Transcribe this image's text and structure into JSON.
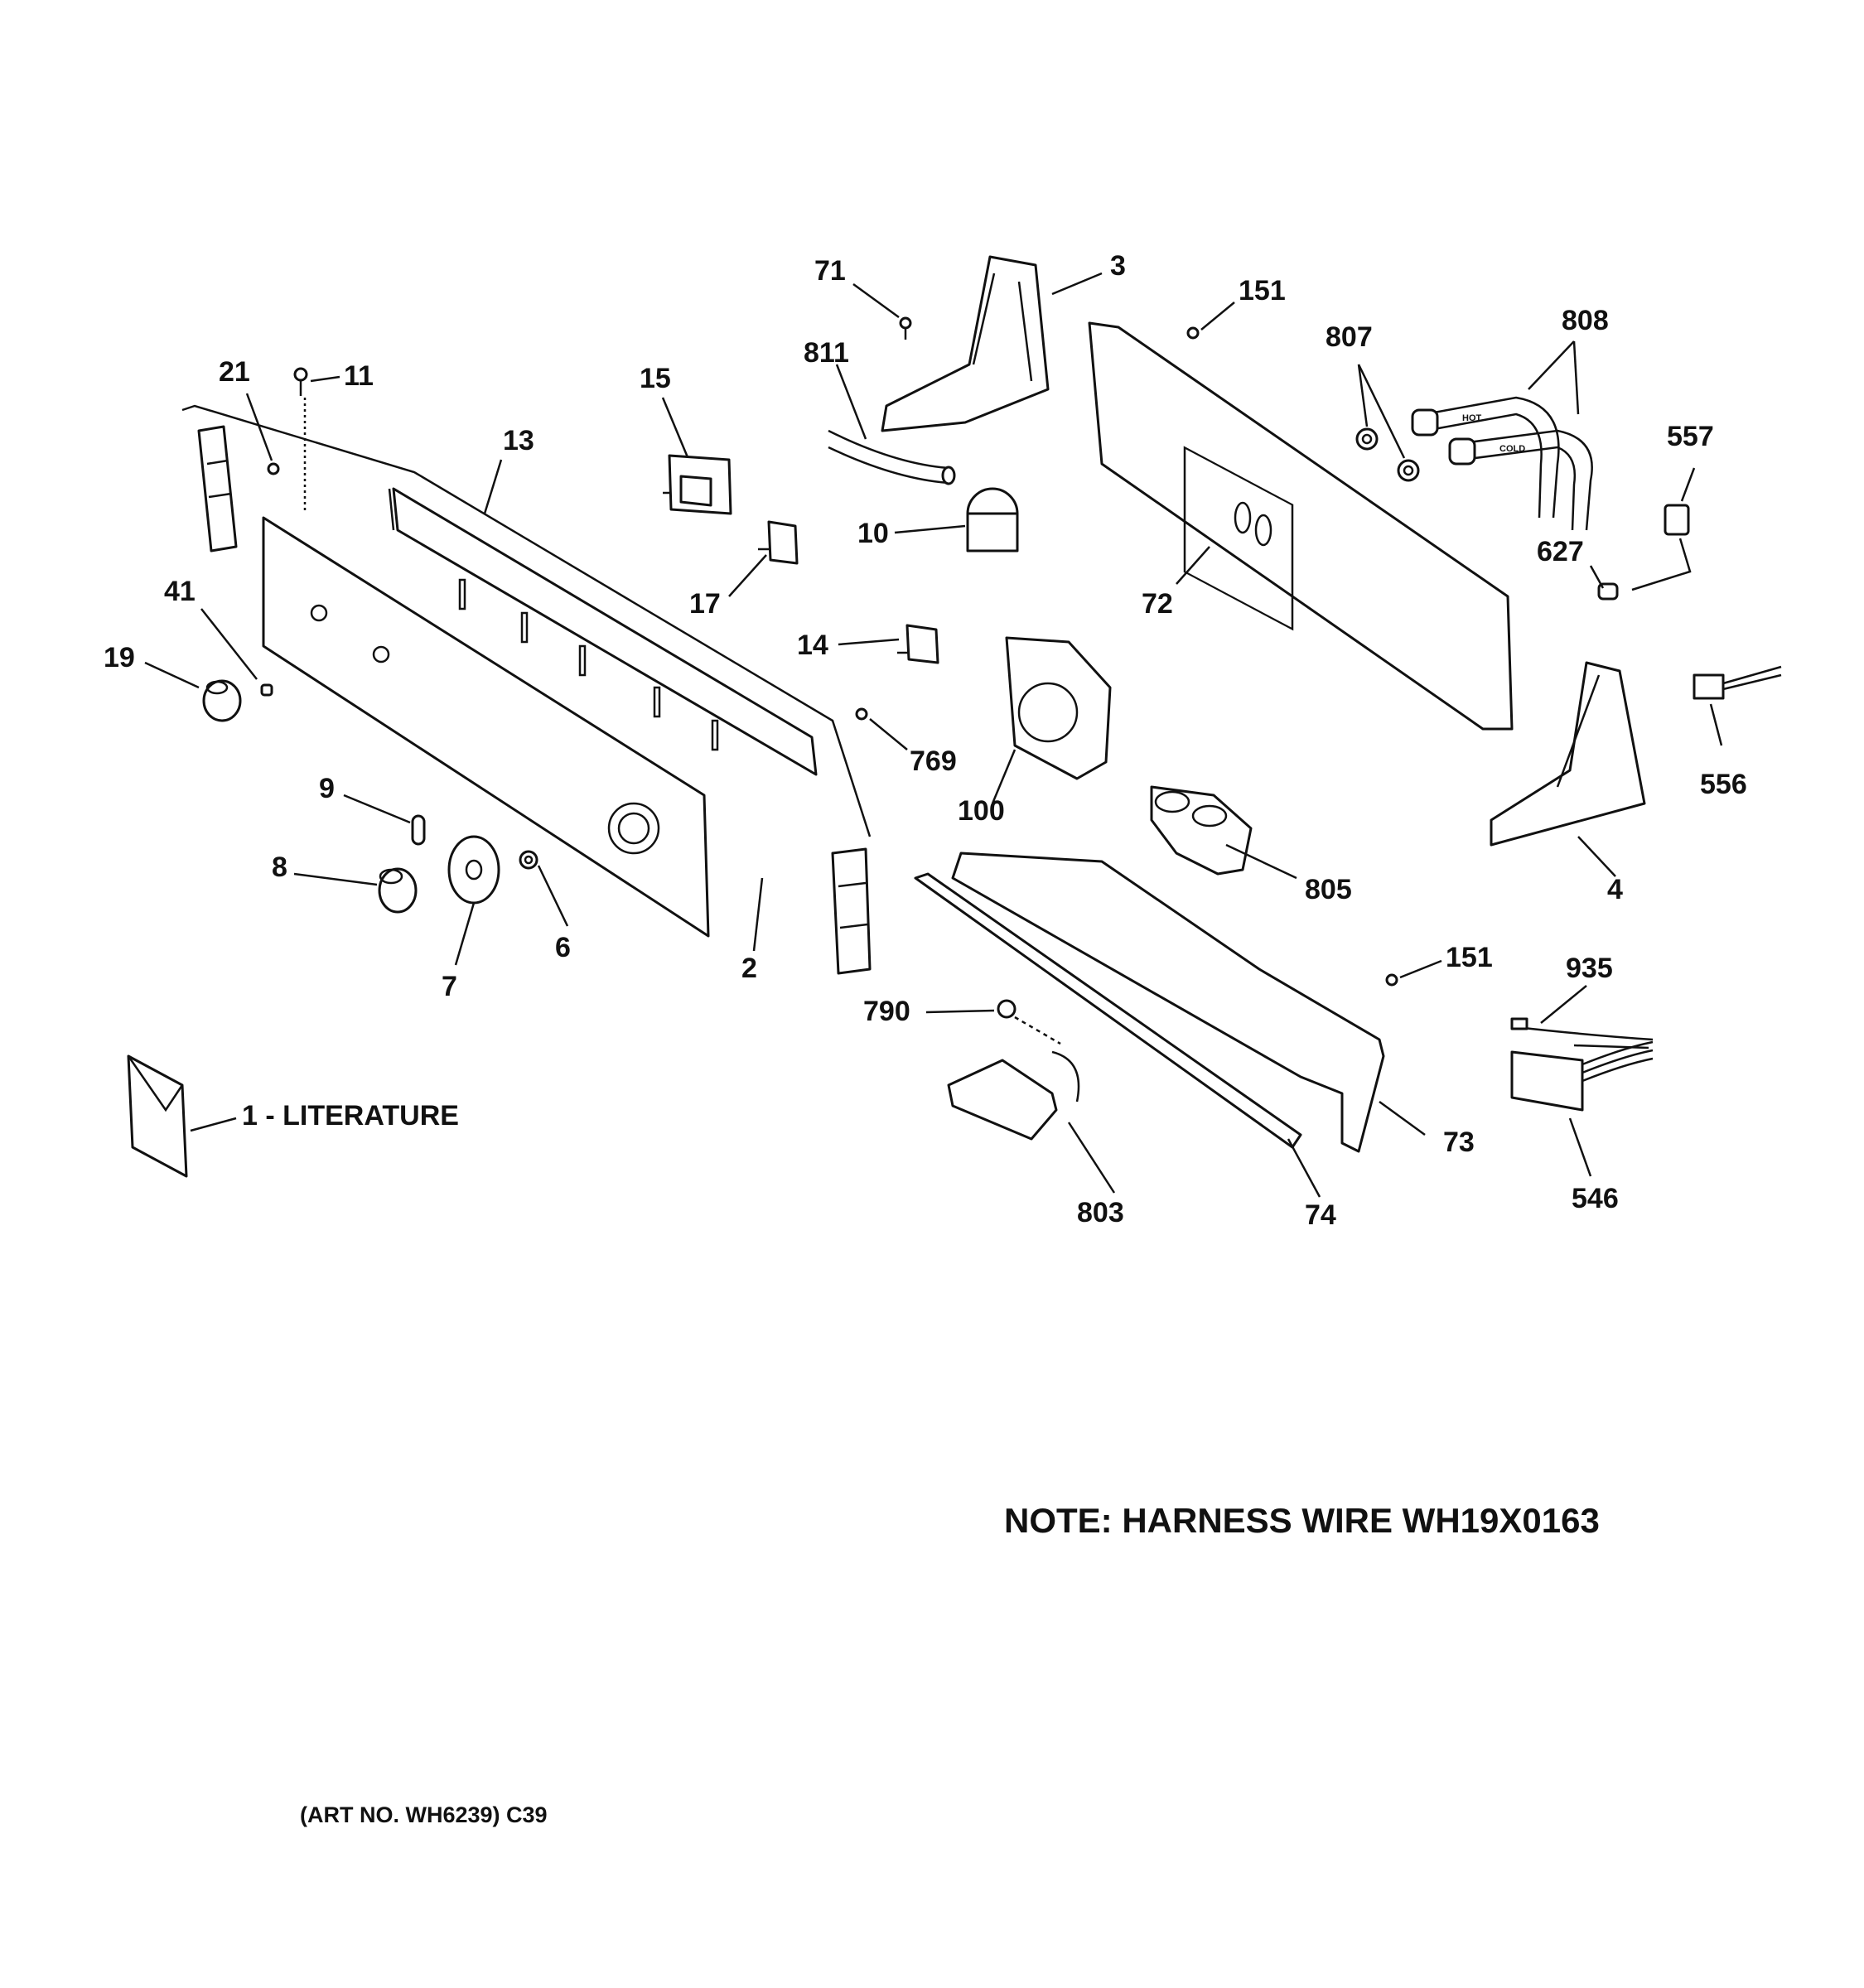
{
  "callouts": [
    "71",
    "3",
    "151",
    "807",
    "808",
    "811",
    "21",
    "11",
    "15",
    "13",
    "557",
    "10",
    "627",
    "72",
    "17",
    "41",
    "19",
    "14",
    "769",
    "100",
    "556",
    "9",
    "8",
    "6",
    "7",
    "2",
    "805",
    "4",
    "151",
    "935",
    "790",
    "73",
    "1 - LITERATURE",
    "803",
    "74",
    "546"
  ],
  "note": "NOTE: HARNESS WIRE WH19X0163",
  "art_number": "(ART NO. WH6239) C39",
  "hose_labels": {
    "hot": "HOT",
    "cold": "COLD"
  }
}
